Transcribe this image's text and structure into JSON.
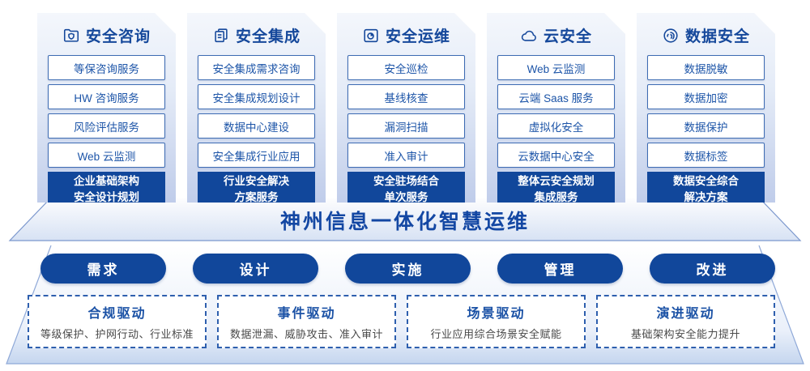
{
  "banner": {
    "title": "神州信息一体化智慧运维"
  },
  "colors": {
    "primary_blue": "#11479b",
    "title_blue": "#15489b",
    "item_text_blue": "#1d55a8",
    "item_border_blue": "#3d6bb3",
    "dashed_border_blue": "#2e5fae",
    "panel_gradient_bottom": "#bfccea",
    "platform_gradient_bottom": "#c5d6ef"
  },
  "columns": [
    {
      "title": "安全咨询",
      "icon": "folder-shield-icon",
      "items": [
        "等保咨询服务",
        "HW 咨询服务",
        "风险评估服务",
        "Web 云监测"
      ],
      "highlight": {
        "line1": "企业基础架构",
        "line2": "安全设计规划"
      }
    },
    {
      "title": "安全集成",
      "icon": "documents-icon",
      "items": [
        "安全集成需求咨询",
        "安全集成规划设计",
        "数据中心建设",
        "安全集成行业应用"
      ],
      "highlight": {
        "line1": "行业安全解决",
        "line2": "方案服务"
      }
    },
    {
      "title": "安全运维",
      "icon": "monitor-pie-icon",
      "items": [
        "安全巡检",
        "基线核查",
        "漏洞扫描",
        "准入审计"
      ],
      "highlight": {
        "line1": "安全驻场结合",
        "line2": "单次服务"
      }
    },
    {
      "title": "云安全",
      "icon": "cloud-icon",
      "items": [
        "Web 云监测",
        "云端 Saas 服务",
        "虚拟化安全",
        "云数据中心安全"
      ],
      "highlight": {
        "line1": "整体云安全规划",
        "line2": "集成服务"
      }
    },
    {
      "title": "数据安全",
      "icon": "fingerprint-icon",
      "items": [
        "数据脱敏",
        "数据加密",
        "数据保护",
        "数据标签"
      ],
      "highlight": {
        "line1": "数据安全综合",
        "line2": "解决方案"
      }
    }
  ],
  "pills": [
    "需求",
    "设计",
    "实施",
    "管理",
    "改进"
  ],
  "drivers": [
    {
      "title": "合规驱动",
      "desc": "等级保护、护网行动、行业标准"
    },
    {
      "title": "事件驱动",
      "desc": "数据泄漏、威胁攻击、准入审计"
    },
    {
      "title": "场景驱动",
      "desc": "行业应用综合场景安全赋能"
    },
    {
      "title": "演进驱动",
      "desc": "基础架构安全能力提升"
    }
  ]
}
